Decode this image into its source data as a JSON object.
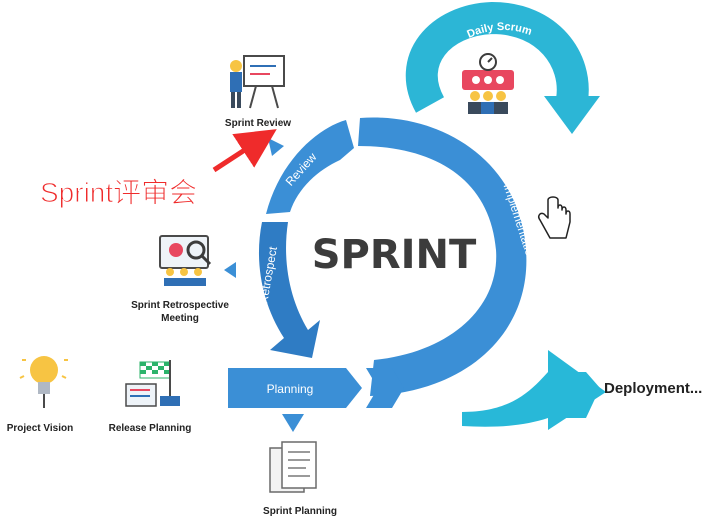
{
  "center": {
    "title": "SPRINT"
  },
  "stages": {
    "review": "Review",
    "implementation": "Implementation",
    "retrospect": "Retrospect",
    "planning": "Planning"
  },
  "loop": {
    "label": "Daily Scrum"
  },
  "outputs": {
    "sprint_review": "Sprint Review",
    "retro_line1": "Sprint Retrospective",
    "retro_line2": "Meeting",
    "project_vision": "Project Vision",
    "release_planning": "Release Planning",
    "sprint_planning": "Sprint Planning",
    "deployment": "Deployment..."
  },
  "annotation": {
    "text": "Sprint评审会"
  },
  "colors": {
    "ring": "#3b8fd6",
    "ring_dark": "#2f7cc4",
    "daily_scrum": "#2cb6d6",
    "deployment": "#28b8d8",
    "annotation_red": "#ef2b2b",
    "title": "#3c3c3c"
  },
  "icons": [
    "easel-presenter-icon",
    "team-retrospective-icon",
    "lightbulb-icon",
    "finish-flag-icon",
    "document-scroll-icon",
    "team-meeting-icon",
    "hand-cursor-icon"
  ]
}
